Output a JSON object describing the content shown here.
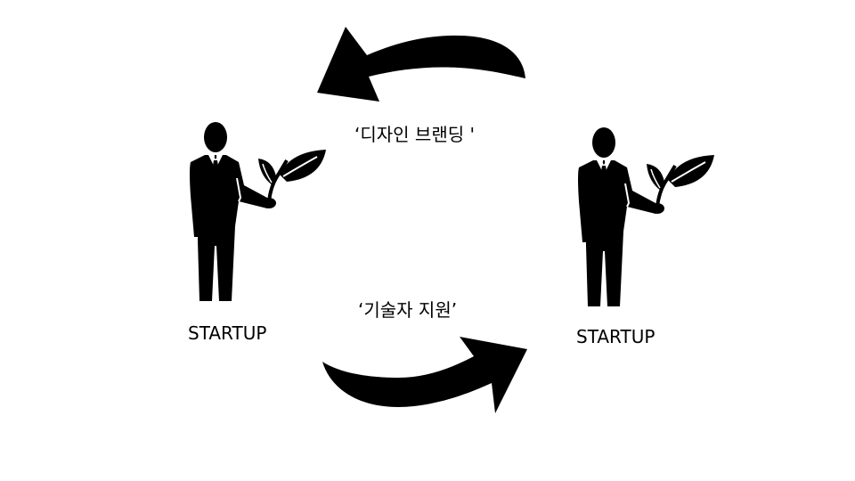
{
  "diagram": {
    "labels": {
      "top_relation": "‘디자인 브랜딩 '",
      "bottom_relation": "‘기술자 지원’",
      "left_entity": "STARTUP",
      "right_entity": "STARTUP"
    },
    "icons": {
      "left_figure": "businessman-holding-sprout-icon",
      "right_figure": "businessman-holding-sprout-icon",
      "top_arrow": "curved-arrow-left-icon",
      "bottom_arrow": "curved-arrow-right-icon"
    },
    "colors": {
      "foreground": "#000000",
      "background": "#ffffff"
    }
  }
}
